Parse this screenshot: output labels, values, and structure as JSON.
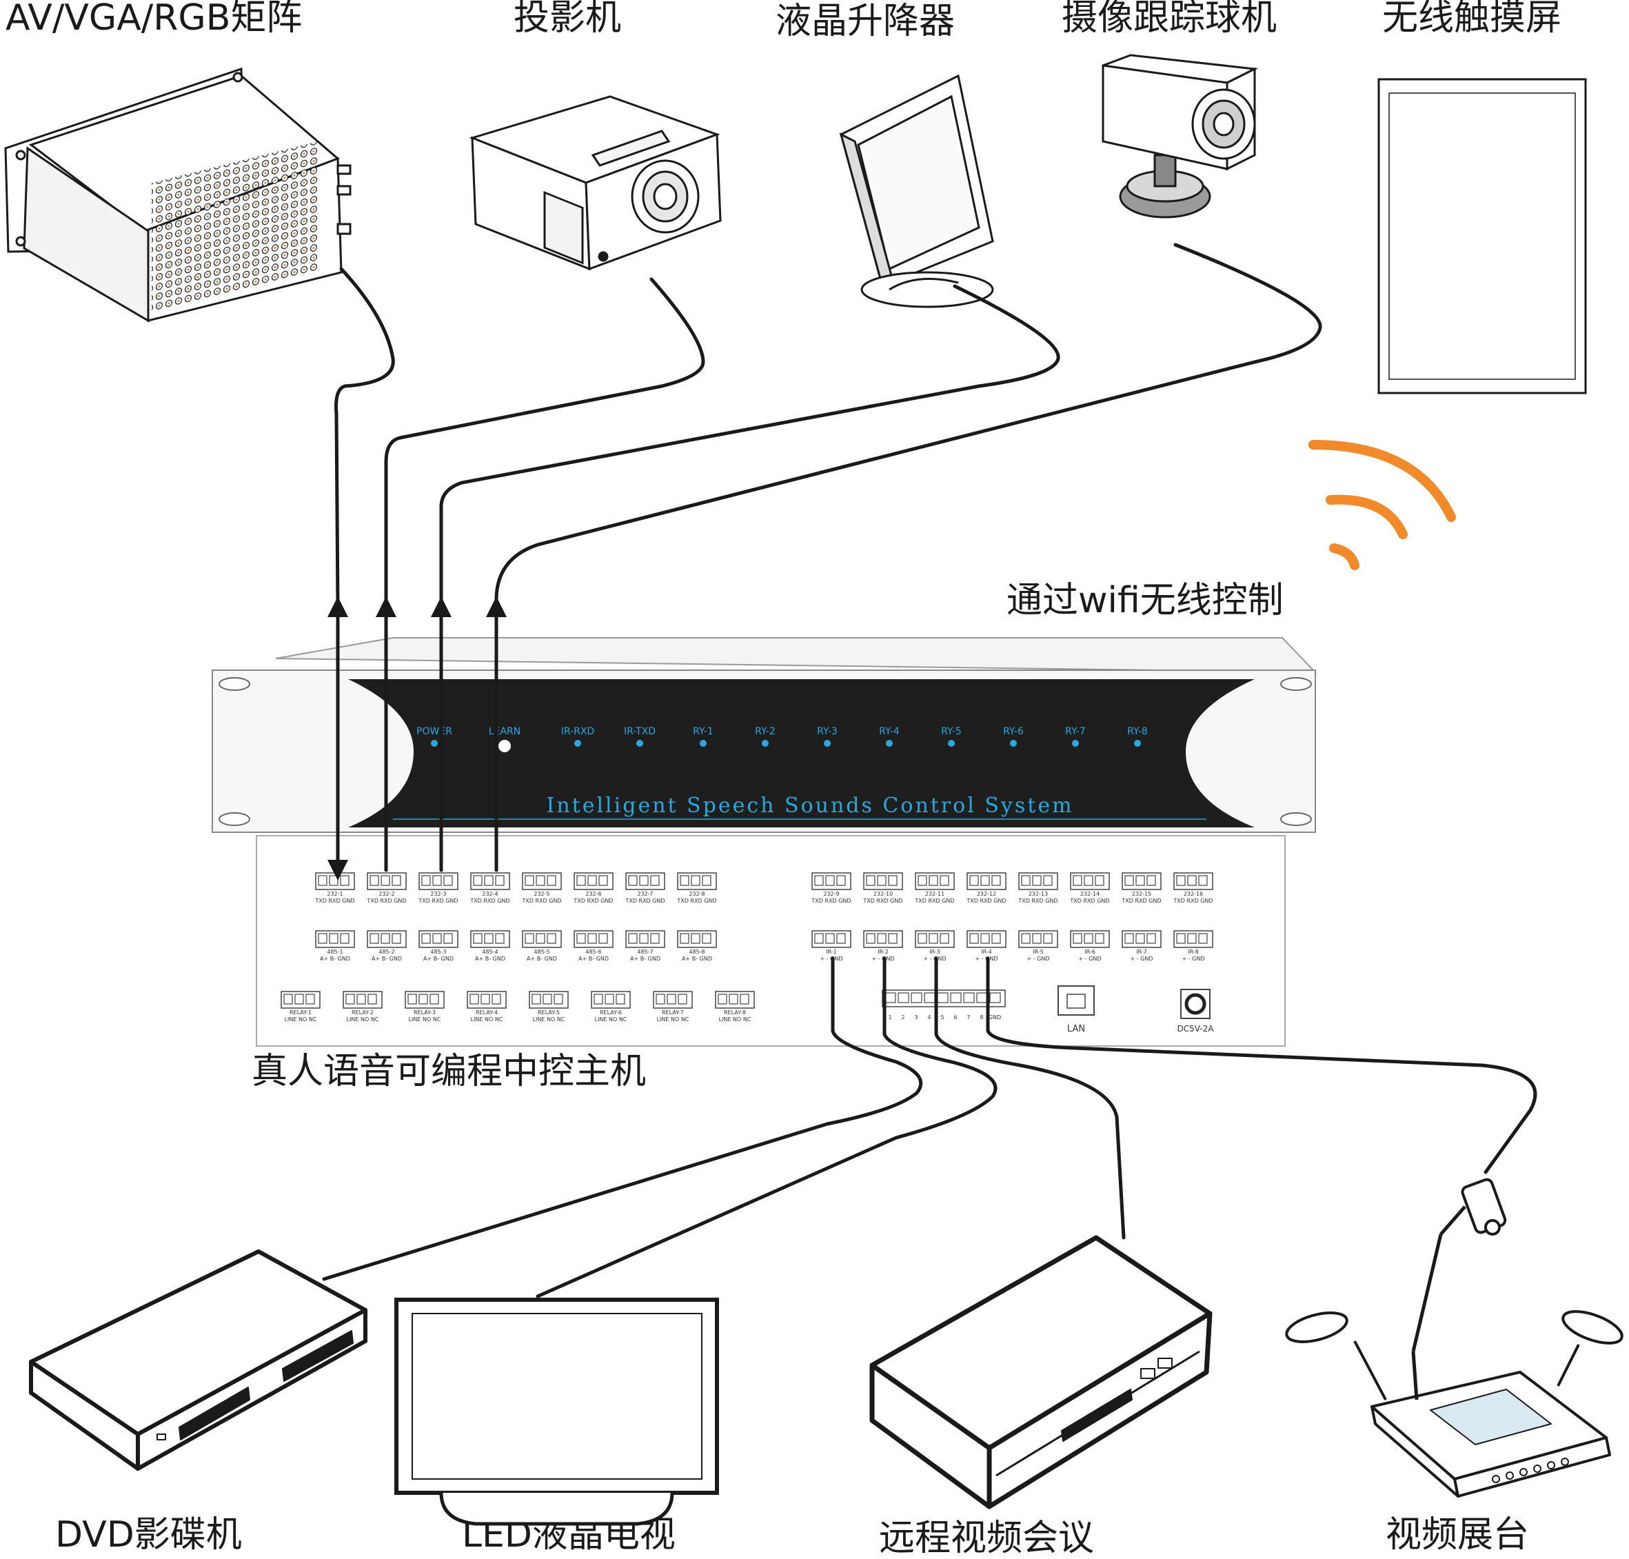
{
  "devices_top": [
    {
      "id": "matrix",
      "label": "AV/VGA/RGB矩阵"
    },
    {
      "id": "projector",
      "label": "投影机"
    },
    {
      "id": "lcd_lift",
      "label": "液晶升降器"
    },
    {
      "id": "camera",
      "label": "摄像跟踪球机"
    },
    {
      "id": "touchscreen",
      "label": "无线触摸屏"
    }
  ],
  "wifi_label": "通过wifi无线控制",
  "controller": {
    "label": "真人语音可编程中控主机",
    "front_title": "Intelligent Speech Sounds Control System",
    "leds": [
      "POWER",
      "LEARN",
      "IR-RXD",
      "IR-TXD",
      "RY-1",
      "RY-2",
      "RY-3",
      "RY-4",
      "RY-5",
      "RY-6",
      "RY-7",
      "RY-8"
    ],
    "ports_232_left": [
      "232-1",
      "232-2",
      "232-3",
      "232-4",
      "232-5",
      "232-6",
      "232-7",
      "232-8"
    ],
    "ports_232_right": [
      "232-9",
      "232-10",
      "232-11",
      "232-12",
      "232-13",
      "232-14",
      "232-15",
      "232-16"
    ],
    "pins_232": "TXD RXD GND",
    "ports_485": [
      "485-1",
      "485-2",
      "485-3",
      "485-4",
      "485-5",
      "485-6",
      "485-7",
      "485-8"
    ],
    "pins_485": "A+  B-  GND",
    "ports_ir": [
      "IR-1",
      "IR-2",
      "IR-3",
      "IR-4",
      "IR-5",
      "IR-6",
      "IR-7",
      "IR-8"
    ],
    "pins_ir": "+   -   GND",
    "ports_relay": [
      "RELAY-1",
      "RELAY-2",
      "RELAY-3",
      "RELAY-4",
      "RELAY-5",
      "RELAY-6",
      "RELAY-7",
      "RELAY-8"
    ],
    "pins_relay": "LINE  NO  NC",
    "io_numbers": [
      "1",
      "2",
      "3",
      "4",
      "5",
      "6",
      "7",
      "8",
      "GND"
    ],
    "lan_label": "LAN",
    "power_label": "DC5V-2A"
  },
  "devices_bottom": [
    {
      "id": "dvd",
      "label": "DVD影碟机"
    },
    {
      "id": "led_tv",
      "label": "LED液晶电视"
    },
    {
      "id": "video_conf",
      "label": "远程视频会议"
    },
    {
      "id": "visualizer",
      "label": "视频展台"
    }
  ],
  "colors": {
    "cable": "#1a1a1a",
    "wifi": "#f08a2a",
    "led": "#29a9e0",
    "panel": "#1e1e1e"
  }
}
